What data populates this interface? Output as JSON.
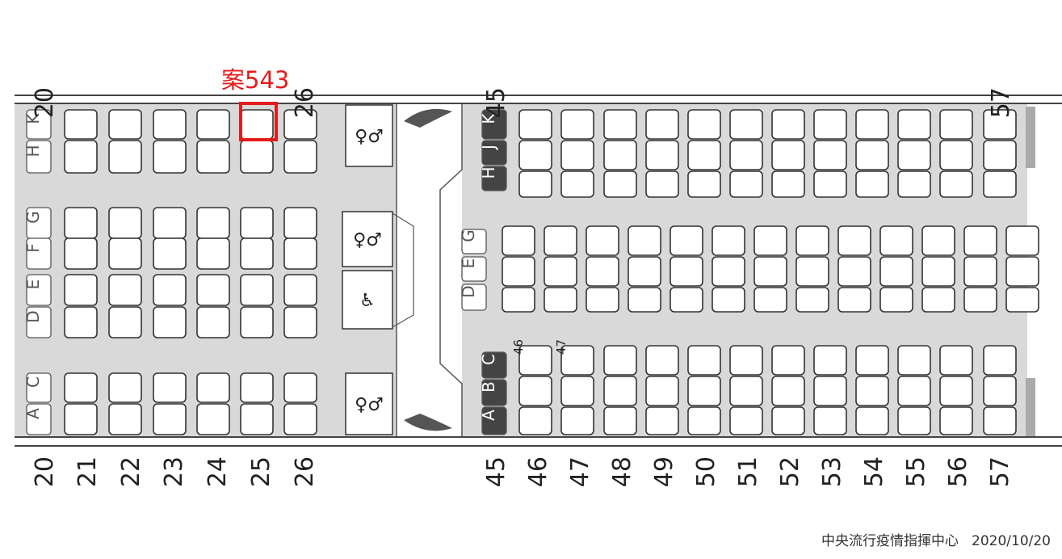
{
  "case_label": "案543",
  "highlight": {
    "row": "25",
    "seat": "K",
    "color": "#e31b1b"
  },
  "credit": {
    "org": "中央流行疫情指揮中心",
    "date": "2020/10/20"
  },
  "sections": [
    {
      "name": "forward-cabin",
      "rows": [
        "20",
        "21",
        "22",
        "23",
        "24",
        "25",
        "26"
      ],
      "top_header_labels": [
        "20",
        "26"
      ],
      "letters": {
        "window_top": "K",
        "window_top_inner": "H",
        "center": [
          "G",
          "F",
          "E",
          "D"
        ],
        "window_bottom": [
          "C",
          "A"
        ]
      }
    },
    {
      "name": "rear-cabin",
      "rows": [
        "45",
        "46",
        "47",
        "48",
        "49",
        "50",
        "51",
        "52",
        "53",
        "54",
        "55",
        "56",
        "57"
      ],
      "top_header_labels": [
        "45",
        "57"
      ],
      "letters": {
        "top": [
          "K",
          "J",
          "H"
        ],
        "center": [
          "G",
          "E",
          "D"
        ],
        "bottom": [
          "C",
          "B",
          "A"
        ]
      },
      "small_labels": [
        "46",
        "47"
      ]
    }
  ],
  "icons": [
    "lavatory-icon",
    "lavatory-icon",
    "accessible-lavatory-icon",
    "lavatory-icon"
  ]
}
